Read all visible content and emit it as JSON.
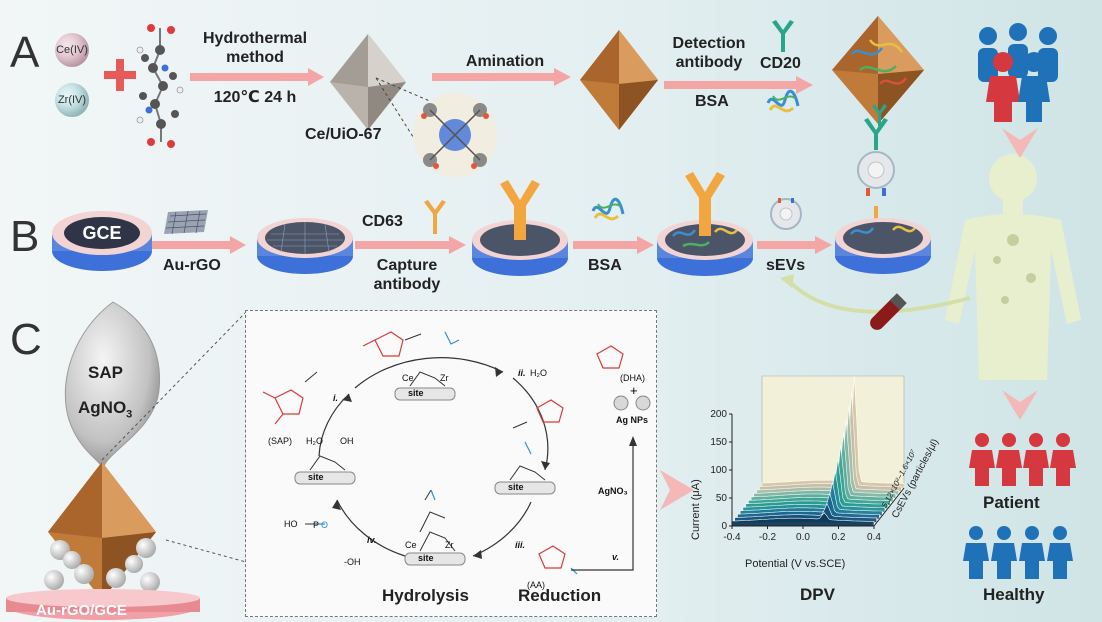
{
  "panels": {
    "a": "A",
    "b": "B",
    "c": "C"
  },
  "row_a": {
    "metal_1": "Ce(IV)",
    "metal_2": "Zr(IV)",
    "step1_line1": "Hydrothermal",
    "step1_line2": "method",
    "step1_line3": "120℃ 24 h",
    "mof_label": "Ce/UiO-67",
    "step2": "Amination",
    "step3_line1": "Detection",
    "step3_line2": "antibody",
    "step3_cd": "CD20",
    "step3_bsa": "BSA"
  },
  "row_b": {
    "electrode": "GCE",
    "mod1": "Au-rGO",
    "mod2_cd": "CD63",
    "mod2_line1": "Capture",
    "mod2_line2": "antibody",
    "mod3": "BSA",
    "mod4": "sEVs"
  },
  "row_c": {
    "drop_line1": "SAP",
    "drop_line2": "AgNO",
    "drop_sub": "3",
    "base": "Au-rGO/GCE",
    "hydrolysis": "Hydrolysis",
    "reduction": "Reduction",
    "dpv": "DPV"
  },
  "mechanism": {
    "step_i": "i.",
    "step_ii": "ii.",
    "step_iii": "iii.",
    "step_iv": "iv.",
    "step_v": "v.",
    "h2o": "H₂O",
    "h2o_site": "H₂O",
    "site": "site",
    "ce": "Ce",
    "zr": "Zr",
    "sap": "(SAP)",
    "aa": "(AA)",
    "dha": "(DHA)",
    "plus": "+",
    "ag_nps": "Ag NPs",
    "agno3": "AgNO₃",
    "oh": "-OH",
    "ho": "HO",
    "oh_label": "OH",
    "p": "P",
    "o": "O"
  },
  "legend": {
    "patient": "Patient",
    "healthy": "Healthy"
  },
  "colors": {
    "arrow": "#f08a8a",
    "patient": "#d5383f",
    "healthy": "#1f72b8",
    "octahedron": "#c07a3a",
    "mof_gray": "#b9b3ab",
    "body": "#e8efcf",
    "chem_red": "#d83a3a",
    "chem_blue": "#2a8fd6"
  },
  "chart_data": {
    "type": "line",
    "title": "",
    "xlabel": "Potential (V vs.SCE)",
    "ylabel": "Current (μA)",
    "zlabel": "CsEVs (particles/μl)",
    "z_range_label": "5.12×10²~1.6×10⁷",
    "xlim": [
      -0.4,
      0.4
    ],
    "ylim": [
      0,
      200
    ],
    "x_ticks": [
      "-0.4",
      "-0.2",
      "0.0",
      "0.2",
      "0.4"
    ],
    "y_ticks": [
      "0",
      "50",
      "100",
      "150",
      "200"
    ],
    "series_count": 12,
    "peak_potential": 0.12,
    "peak_heights": [
      12,
      22,
      34,
      48,
      62,
      78,
      95,
      112,
      128,
      148,
      168,
      190
    ]
  }
}
